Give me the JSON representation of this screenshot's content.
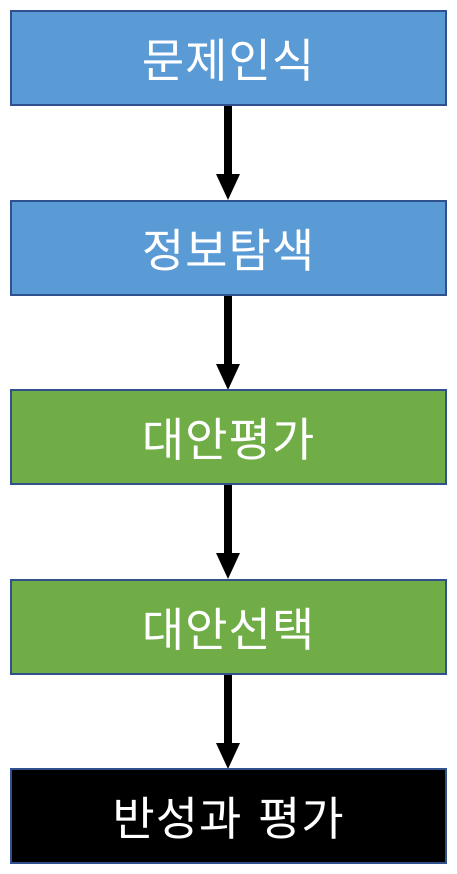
{
  "diagram": {
    "steps": [
      {
        "label": "문제인식",
        "color": "#5b9bd5"
      },
      {
        "label": "정보탐색",
        "color": "#5b9bd5"
      },
      {
        "label": "대안평가",
        "color": "#70ad47"
      },
      {
        "label": "대안선택",
        "color": "#70ad47"
      },
      {
        "label": "반성과 평가",
        "color": "#000000"
      }
    ],
    "border_color": "#2f528f",
    "arrow_color": "#000000"
  }
}
